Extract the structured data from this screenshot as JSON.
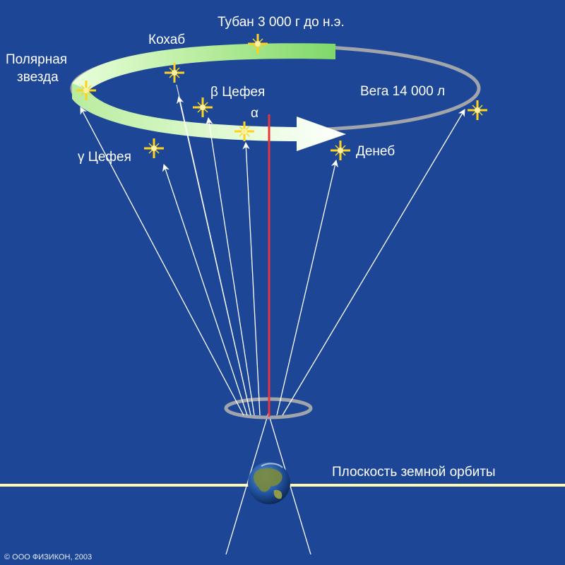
{
  "labels": {
    "thuban": "Тубан 3 000 г до н.э.",
    "kochab": "Кохаб",
    "polaris_line1": "Полярная",
    "polaris_line2": "звезда",
    "beta_cephei": "β Цефея",
    "alpha": "α",
    "vega": "Вега 14 000 л",
    "gamma_cephei": "γ Цефея",
    "deneb": "Денеб",
    "orbit_plane": "Плоскость земной орбиты",
    "copyright": "© ООО ФИЗИКОН, 2003"
  },
  "colors": {
    "background": "#1d4796",
    "precession_path": "#bff0a8",
    "future_path": "#a0a4ab",
    "axis": "#e8343a",
    "orbit_plane": "#fff9b0",
    "star": "#ffd21a",
    "rays": "#ffffff"
  },
  "icons": {
    "star": "star-icon",
    "earth": "earth-icon"
  }
}
